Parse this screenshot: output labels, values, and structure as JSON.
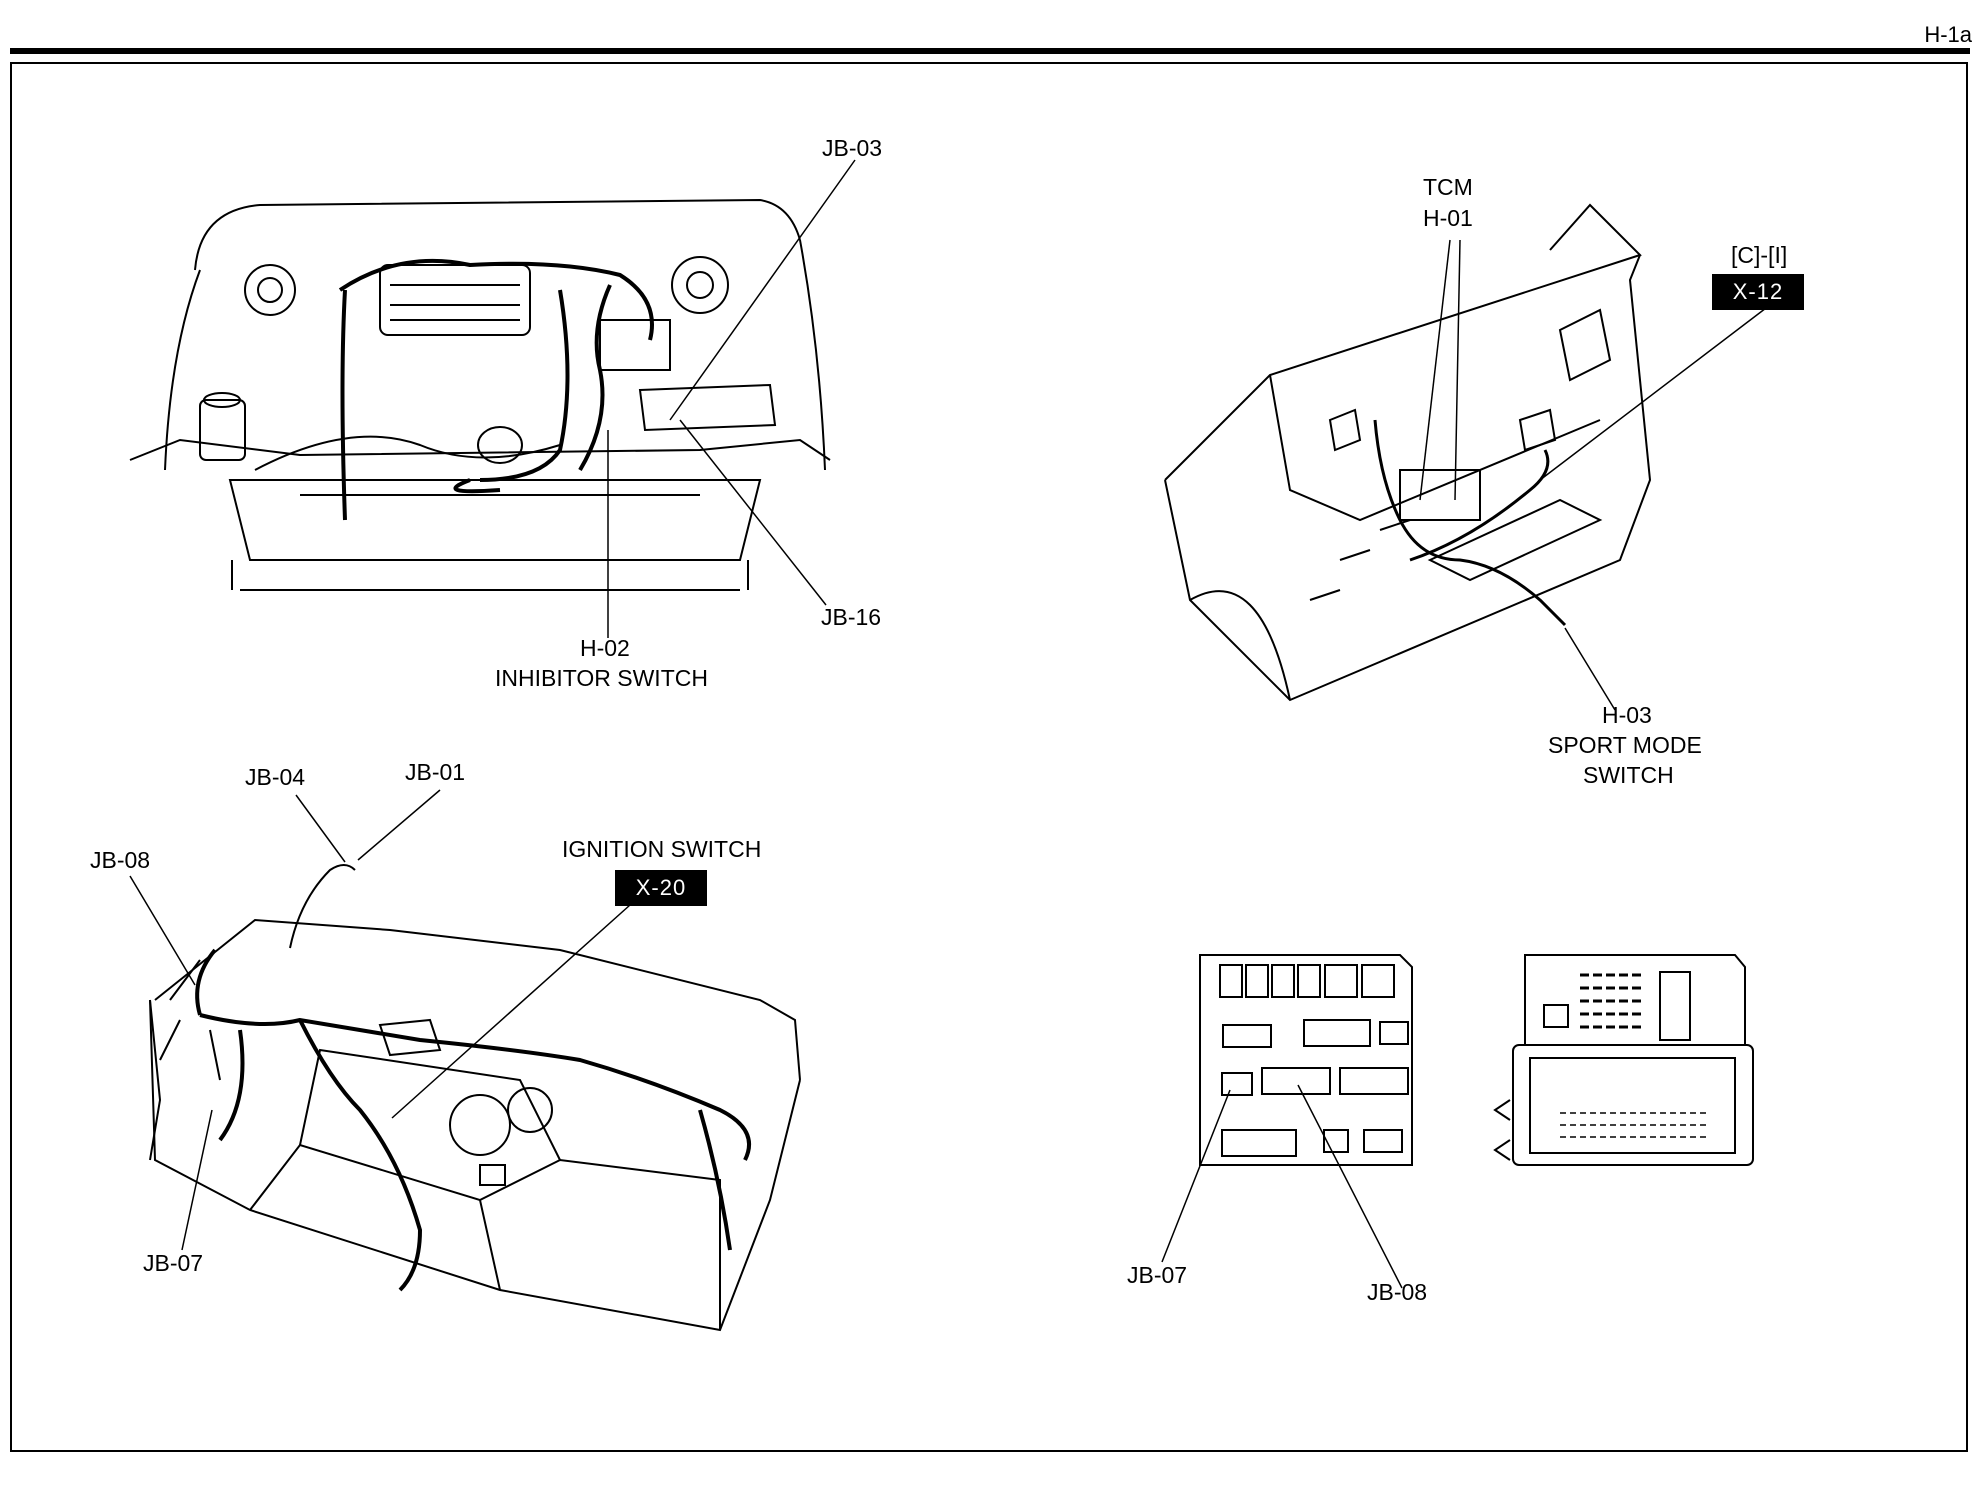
{
  "page_code": "H-1a",
  "engine_view": {
    "jb03": "JB-03",
    "jb16": "JB-16",
    "h02_code": "H-02",
    "h02_name": "INHIBITOR SWITCH"
  },
  "console_view": {
    "tcm_name": "TCM",
    "tcm_code": "H-01",
    "ref_label": "[C]-[I]",
    "ref_tag": "X-12",
    "h03_code": "H-03",
    "h03_name_line1": "SPORT MODE",
    "h03_name_line2": "SWITCH"
  },
  "dash_view": {
    "jb04": "JB-04",
    "jb01": "JB-01",
    "jb08": "JB-08",
    "jb07": "JB-07",
    "ignition_label": "IGNITION SWITCH",
    "ignition_tag": "X-20"
  },
  "junction_view": {
    "jb07": "JB-07",
    "jb08": "JB-08"
  }
}
